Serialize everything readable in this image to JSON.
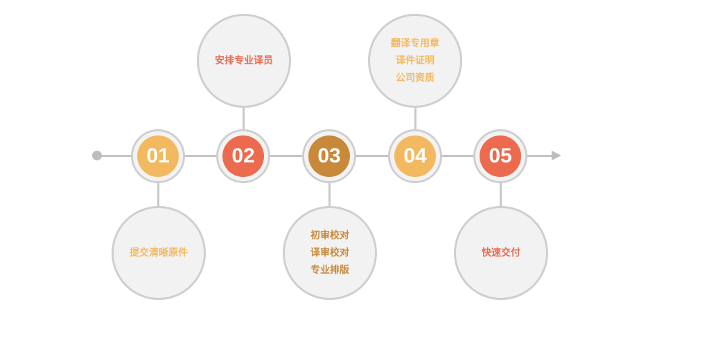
{
  "colors": {
    "amber": "#f3b960",
    "coral": "#ec6a4e",
    "bronze": "#c9893a",
    "line": "#c4c4c4",
    "ring": "#cfcfcf",
    "bubble_bg": "#f2f2f2"
  },
  "steps": [
    {
      "number": "01",
      "color": "#f3b960"
    },
    {
      "number": "02",
      "color": "#ec6a4e"
    },
    {
      "number": "03",
      "color": "#c9893a"
    },
    {
      "number": "04",
      "color": "#f3b960"
    },
    {
      "number": "05",
      "color": "#ec6a4e"
    }
  ],
  "bubbles": [
    {
      "lines": [
        "提交清晰原件"
      ],
      "color": "#f3b960"
    },
    {
      "lines": [
        "安排专业译员"
      ],
      "color": "#ec6a4e"
    },
    {
      "lines": [
        "初审校对",
        "译审校对",
        "专业排版"
      ],
      "color": "#c9893a"
    },
    {
      "lines": [
        "翻译专用章",
        "译件证明",
        "公司资质"
      ],
      "color": "#f3b960"
    },
    {
      "lines": [
        "快速交付"
      ],
      "color": "#ec6a4e"
    }
  ]
}
